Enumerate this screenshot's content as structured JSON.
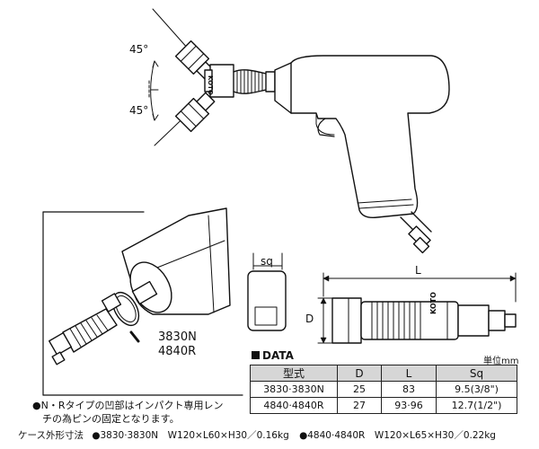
{
  "angles": {
    "upper": "45°",
    "lower": "45°"
  },
  "brand": "KOTO",
  "inset_model": {
    "line1": "3830N",
    "line2": "4840R"
  },
  "socket_label": "sq",
  "dims": {
    "L": "L",
    "D": "D"
  },
  "data_heading": "DATA",
  "unit_label": "単位mm",
  "table": {
    "headers": [
      "型式",
      "D",
      "L",
      "Sq"
    ],
    "rows": [
      [
        "3830·3830N",
        "25",
        "83",
        "9.5(3/8\")"
      ],
      [
        "4840·4840R",
        "27",
        "93·96",
        "12.7(1/2\")"
      ]
    ]
  },
  "note": {
    "bullet": "●",
    "line1": "N・Rタイプの凹部はインパクト専用レン",
    "line2": "チの為ピンの固定となります。"
  },
  "case": {
    "label": "ケース外形寸法",
    "item1": "●3830·3830N　W120×L60×H30／0.16kg",
    "item2": "●4840·4840R　W120×L65×H30／0.22kg"
  }
}
